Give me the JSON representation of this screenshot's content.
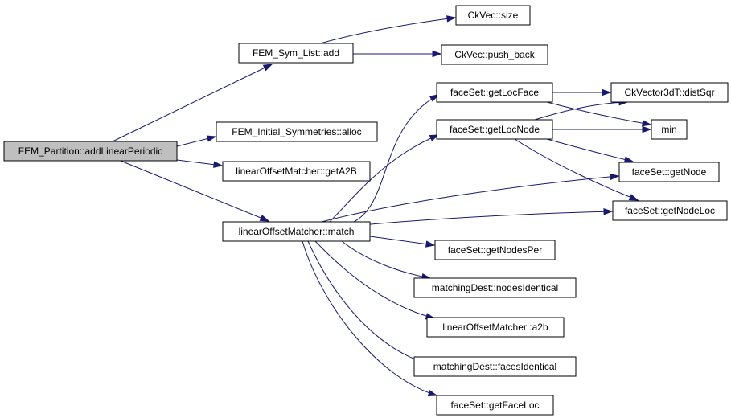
{
  "colors": {
    "edge": "#191970",
    "root_fill": "#bfbfbf",
    "node_fill": "#ffffff",
    "border": "#000000"
  },
  "nodes": {
    "root": "FEM_Partition::addLinearPeriodic",
    "sym_add": "FEM_Sym_List::add",
    "init_alloc": "FEM_Initial_Symmetries::alloc",
    "geta2b": "linearOffsetMatcher::getA2B",
    "match": "linearOffsetMatcher::match",
    "ck_size": "CkVec::size",
    "ck_push": "CkVec::push_back",
    "get_loc_face": "faceSet::getLocFace",
    "get_loc_node": "faceSet::getLocNode",
    "dist_sqr": "CkVector3dT::distSqr",
    "min": "min",
    "get_node": "faceSet::getNode",
    "get_node_loc": "faceSet::getNodeLoc",
    "get_nodes_per": "faceSet::getNodesPer",
    "nodes_identical": "matchingDest::nodesIdentical",
    "a2b": "linearOffsetMatcher::a2b",
    "faces_identical": "matchingDest::facesIdentical",
    "get_face_loc": "faceSet::getFaceLoc"
  },
  "edges": [
    [
      "root",
      "sym_add"
    ],
    [
      "root",
      "init_alloc"
    ],
    [
      "root",
      "geta2b"
    ],
    [
      "root",
      "match"
    ],
    [
      "sym_add",
      "ck_size"
    ],
    [
      "sym_add",
      "ck_push"
    ],
    [
      "match",
      "get_loc_face"
    ],
    [
      "match",
      "get_loc_node"
    ],
    [
      "match",
      "get_node"
    ],
    [
      "match",
      "get_node_loc"
    ],
    [
      "match",
      "get_nodes_per"
    ],
    [
      "match",
      "nodes_identical"
    ],
    [
      "match",
      "a2b"
    ],
    [
      "match",
      "faces_identical"
    ],
    [
      "match",
      "get_face_loc"
    ],
    [
      "get_loc_face",
      "dist_sqr"
    ],
    [
      "get_loc_face",
      "min"
    ],
    [
      "get_loc_node",
      "dist_sqr"
    ],
    [
      "get_loc_node",
      "min"
    ],
    [
      "get_loc_node",
      "get_node"
    ],
    [
      "get_loc_node",
      "get_node_loc"
    ]
  ]
}
